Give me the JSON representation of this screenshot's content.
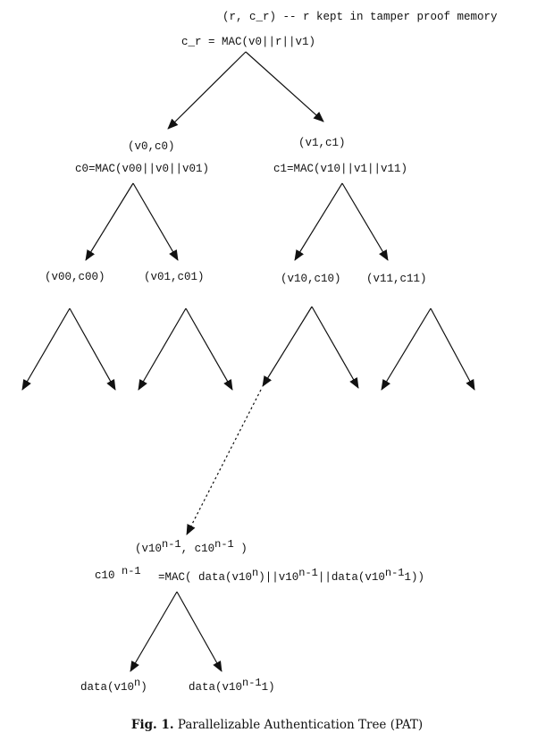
{
  "root": {
    "note": "(r, c_r) -- r kept in tamper proof memory",
    "formula": "c_r = MAC(v0||r||v1)"
  },
  "level1": {
    "left": {
      "pair": "(v0,c0)",
      "formula": "c0=MAC(v00||v0||v01)"
    },
    "right": {
      "pair": "(v1,c1)",
      "formula": "c1=MAC(v10||v1||v11)"
    }
  },
  "level2": {
    "n00": "(v00,c00)",
    "n01": "(v01,c01)",
    "n10": "(v10,c10)",
    "n11": "(v11,c11)"
  },
  "deep": {
    "pair_open": "(v10",
    "pair_exp1": "n-1",
    "pair_mid": ",  c10",
    "pair_exp2": "n-1",
    "pair_close": " )",
    "lhs": "c10",
    "lhs_exp": "n-1",
    "rhs_open": "=MAC( data(v10",
    "rhs_exp1": "n",
    "rhs_mid1": ")||v10",
    "rhs_exp2": "n-1",
    "rhs_mid2": "||data(v10",
    "rhs_exp3": "n-1",
    "rhs_close": "1))"
  },
  "leaves": {
    "left_open": "data(v10",
    "left_exp": "n",
    "left_close": ")",
    "right_open": "data(v10",
    "right_exp": "n-1",
    "right_close": "1)"
  },
  "caption": {
    "label": "Fig. 1.",
    "text": "Parallelizable Authentication Tree (PAT)"
  },
  "colors": {
    "ink": "#111111",
    "background": "#ffffff"
  }
}
